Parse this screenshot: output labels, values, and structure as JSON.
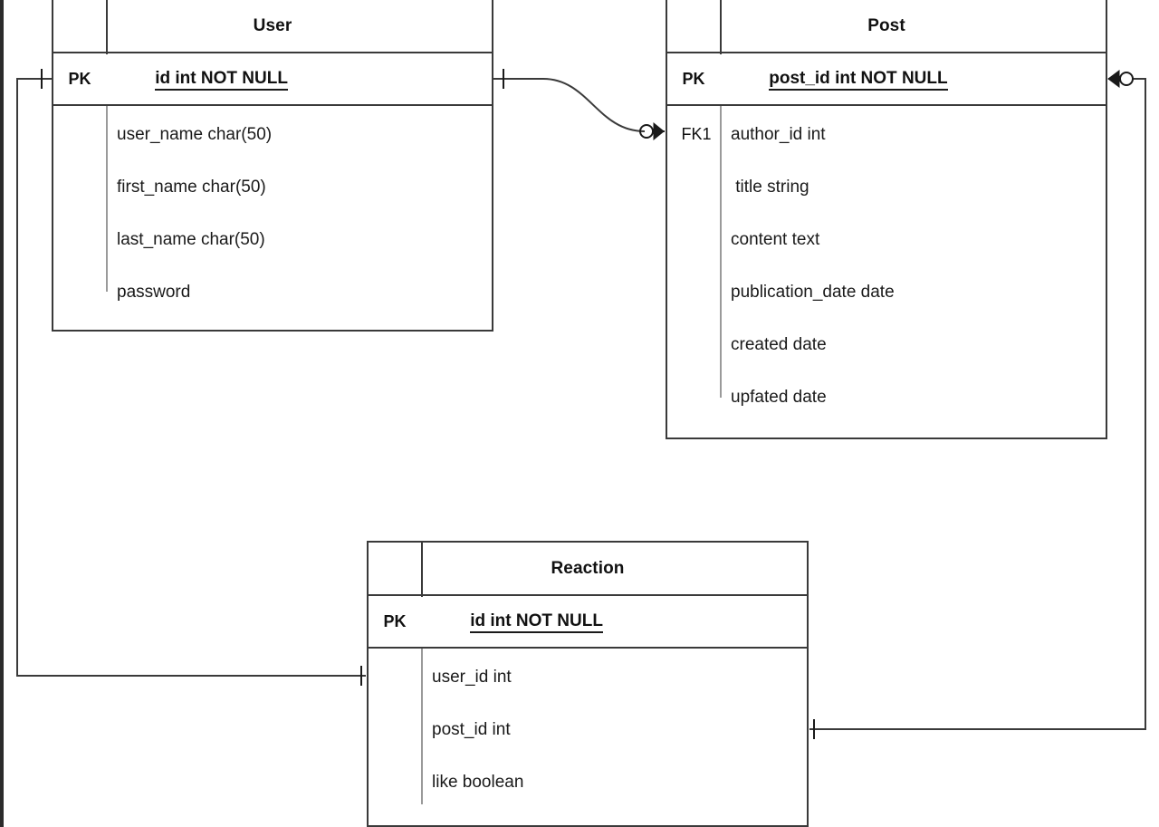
{
  "diagram": {
    "type": "entity-relationship-diagram",
    "notation": "crows-foot",
    "background_color": "#ffffff",
    "line_color": "#3a3a3a",
    "text_color": "#1a1a1a"
  },
  "entities": [
    {
      "id": "user",
      "title": "User",
      "primary_key": {
        "key_label": "PK",
        "name": "id int NOT NULL"
      },
      "attributes": [
        {
          "key_label": "",
          "name": "user_name char(50)"
        },
        {
          "key_label": "",
          "name": "first_name char(50)"
        },
        {
          "key_label": "",
          "name": "last_name char(50)"
        },
        {
          "key_label": "",
          "name": "password"
        }
      ]
    },
    {
      "id": "post",
      "title": "Post",
      "primary_key": {
        "key_label": "PK",
        "name": "post_id int NOT NULL"
      },
      "attributes": [
        {
          "key_label": "FK1",
          "name": "author_id int"
        },
        {
          "key_label": "",
          "name": " title string"
        },
        {
          "key_label": "",
          "name": "content text"
        },
        {
          "key_label": "",
          "name": "publication_date date"
        },
        {
          "key_label": "",
          "name": "created date"
        },
        {
          "key_label": "",
          "name": "upfated date"
        }
      ]
    },
    {
      "id": "reaction",
      "title": "Reaction",
      "primary_key": {
        "key_label": "PK",
        "name": "id int NOT NULL"
      },
      "attributes": [
        {
          "key_label": "",
          "name": "user_id int"
        },
        {
          "key_label": "",
          "name": "post_id int"
        },
        {
          "key_label": "",
          "name": "like boolean"
        }
      ]
    }
  ],
  "relationships": [
    {
      "id": "user-post",
      "from": "User.id",
      "to": "Post.author_id",
      "from_cardinality": "one",
      "to_cardinality": "zero-or-many"
    },
    {
      "id": "post-reaction",
      "from": "Post.post_id",
      "to": "Reaction.post_id",
      "from_cardinality": "zero-or-many",
      "to_cardinality": "one"
    },
    {
      "id": "user-reaction",
      "from": "User.id",
      "to": "Reaction.user_id",
      "from_cardinality": "one",
      "to_cardinality": "one"
    }
  ]
}
